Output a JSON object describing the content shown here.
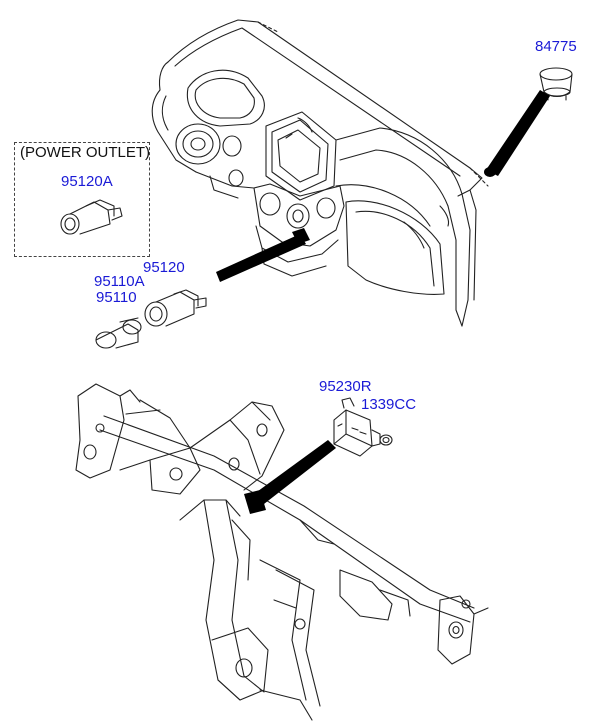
{
  "labels": {
    "p84775": "84775",
    "power_outlet": "(POWER OUTLET)",
    "p95120A": "95120A",
    "p95110A": "95110A",
    "p95120": "95120",
    "p95110": "95110",
    "p95230R": "95230R",
    "p1339CC": "1339CC"
  },
  "colors": {
    "label_blue": "#1a1ad6",
    "line": "#222222",
    "leader": "#000000"
  }
}
